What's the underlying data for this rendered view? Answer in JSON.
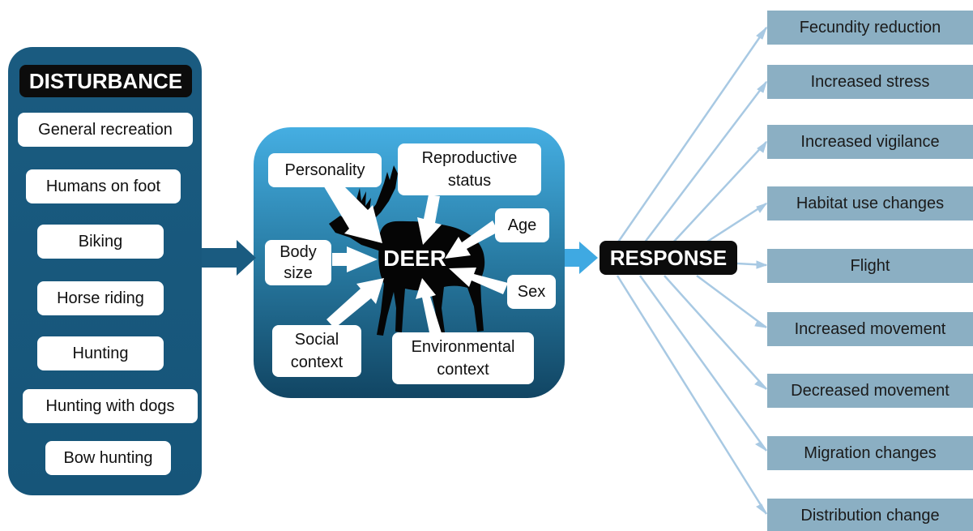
{
  "disturbance": {
    "title": "DISTURBANCE",
    "items": [
      "General recreation",
      "Humans on foot",
      "Biking",
      "Horse riding",
      "Hunting",
      "Hunting with dogs",
      "Bow hunting"
    ]
  },
  "deer": {
    "label": "DEER",
    "factors": {
      "personality": "Personality",
      "reproductive_status": "Reproductive status",
      "age": "Age",
      "body_size": "Body size",
      "sex": "Sex",
      "social_context": "Social context",
      "environmental_context": "Environmental context"
    }
  },
  "response": {
    "title": "RESPONSE",
    "items": [
      "Fecundity reduction",
      "Increased stress",
      "Increased vigilance",
      "Habitat use changes",
      "Flight",
      "Increased movement",
      "Decreased movement",
      "Migration changes",
      "Distribution change"
    ]
  },
  "colors": {
    "panel_dark": "#1a5b80",
    "panel_center_top": "#45aee2",
    "panel_center_bottom": "#114563",
    "response_box": "#8bafc3",
    "connector": "#a8c9e3",
    "title_bg": "#0c0c0c"
  }
}
